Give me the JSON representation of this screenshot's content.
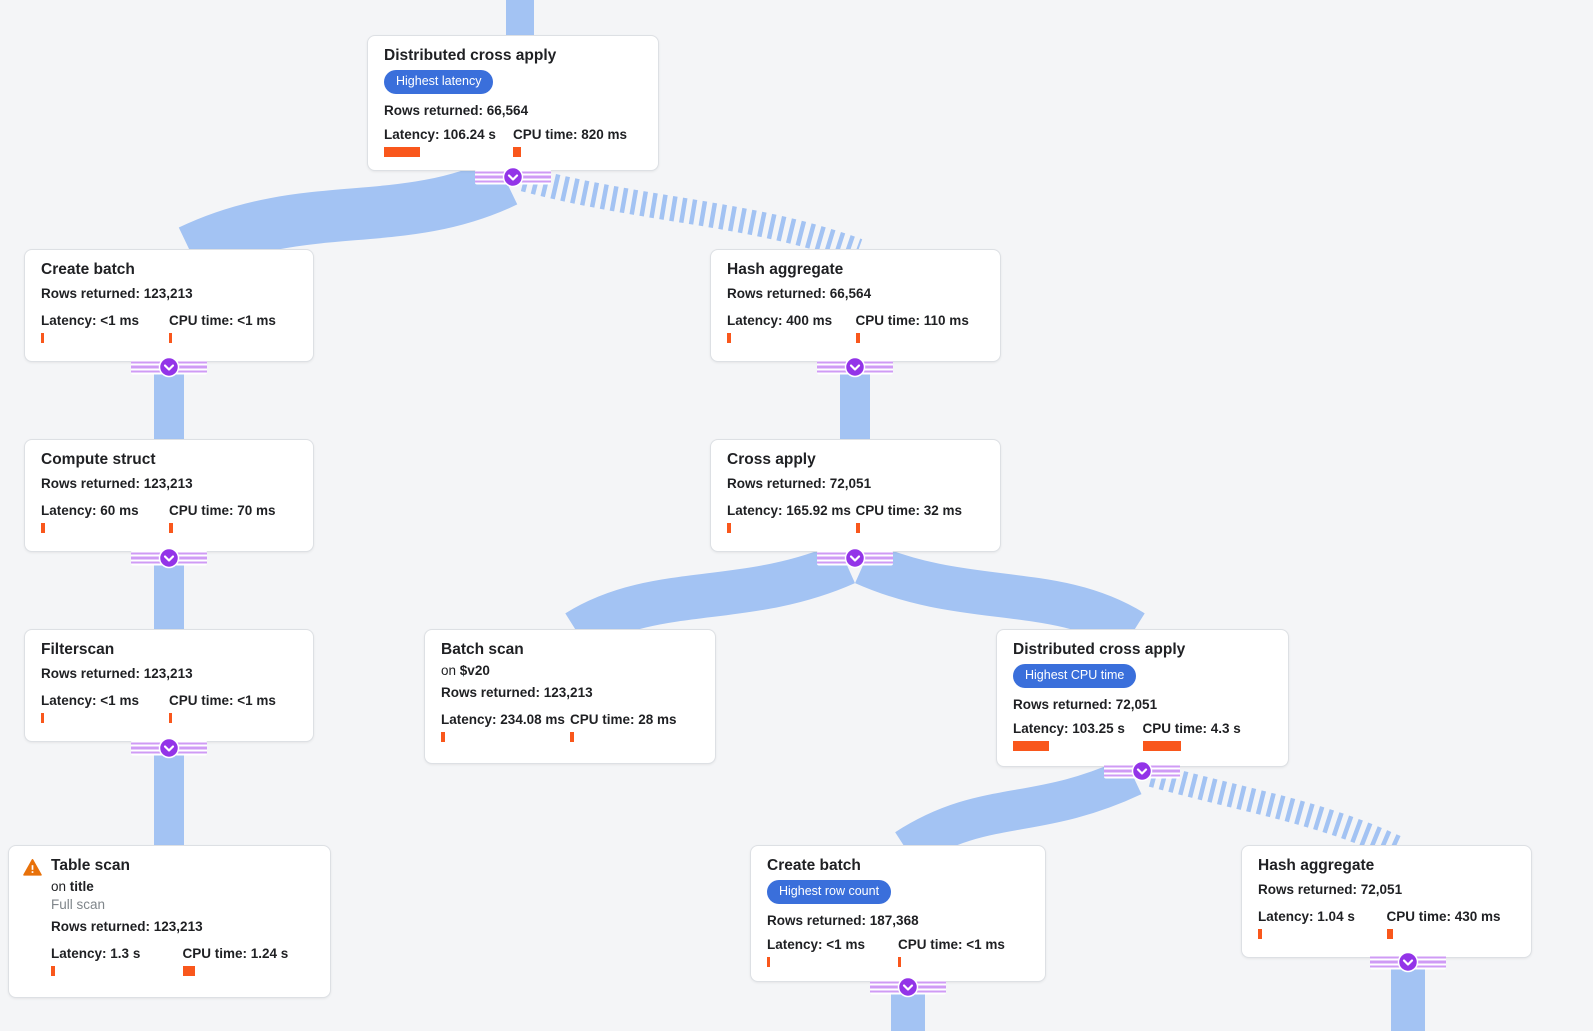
{
  "colors": {
    "bg": "#f4f5f7",
    "edge-blue": "#a3c3f3",
    "badge-blue": "#3a6fdb",
    "bar-orange": "#f9571c",
    "connector-purple": "#9334e8",
    "connector-light": "#cf9bf5",
    "warning-orange": "#e8710a",
    "card-border": "#dde0e4",
    "text-primary": "#1f2023",
    "text-gray": "#80868b"
  },
  "labels": {
    "rows": "Rows returned:",
    "latency": "Latency:",
    "cpu": "CPU time:",
    "on": "on"
  },
  "icons": {
    "connector": "chevron-down-collapse",
    "warning": "warning-triangle"
  },
  "nodes": [
    {
      "title": "Distributed cross apply",
      "badge": "Highest latency",
      "rows_returned": "66,564",
      "latency": "106.24 s",
      "cpu_time": "820 ms",
      "latency_bar": 36,
      "cpu_bar": 8
    },
    {
      "title": "Create batch",
      "rows_returned": "123,213",
      "latency": "<1 ms",
      "cpu_time": "<1 ms",
      "latency_bar": 3,
      "cpu_bar": 3
    },
    {
      "title": "Hash aggregate",
      "rows_returned": "66,564",
      "latency": "400 ms",
      "cpu_time": "110 ms",
      "latency_bar": 4,
      "cpu_bar": 4
    },
    {
      "title": "Compute struct",
      "rows_returned": "123,213",
      "latency": "60 ms",
      "cpu_time": "70 ms",
      "latency_bar": 4,
      "cpu_bar": 4
    },
    {
      "title": "Cross apply",
      "rows_returned": "72,051",
      "latency": "165.92 ms",
      "cpu_time": "32 ms",
      "latency_bar": 4,
      "cpu_bar": 4
    },
    {
      "title": "Filterscan",
      "rows_returned": "123,213",
      "latency": "<1 ms",
      "cpu_time": "<1 ms",
      "latency_bar": 3,
      "cpu_bar": 3
    },
    {
      "title": "Batch scan",
      "on_value": "$v20",
      "rows_returned": "123,213",
      "latency": "234.08 ms",
      "cpu_time": "28 ms",
      "latency_bar": 4,
      "cpu_bar": 4
    },
    {
      "title": "Distributed cross apply",
      "badge": "Highest CPU time",
      "rows_returned": "72,051",
      "latency": "103.25 s",
      "cpu_time": "4.3 s",
      "latency_bar": 36,
      "cpu_bar": 38
    },
    {
      "title": "Table scan",
      "on_value": "title",
      "note": "Full scan",
      "rows_returned": "123,213",
      "latency": "1.3 s",
      "cpu_time": "1.24 s",
      "latency_bar": 4,
      "cpu_bar": 12
    },
    {
      "title": "Create batch",
      "badge": "Highest row count",
      "rows_returned": "187,368",
      "latency": "<1 ms",
      "cpu_time": "<1 ms",
      "latency_bar": 3,
      "cpu_bar": 3
    },
    {
      "title": "Hash aggregate",
      "rows_returned": "72,051",
      "latency": "1.04 s",
      "cpu_time": "430 ms",
      "latency_bar": 4,
      "cpu_bar": 6
    }
  ]
}
